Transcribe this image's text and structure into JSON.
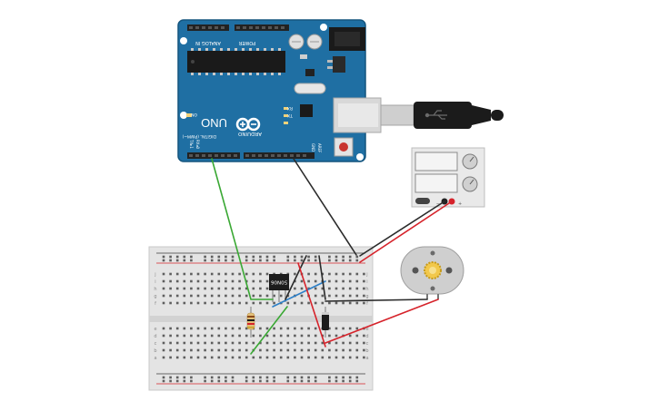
{
  "arduino": {
    "brand": "ARDUINO",
    "model": "UNO",
    "header_analog": "ANALOG IN",
    "header_power": "POWER",
    "header_digital": "DIGITAL (PWM~)",
    "led_on": "ON",
    "led_tx": "TX",
    "led_rx": "RX",
    "led_l": "L",
    "pin_aref": "AREF",
    "pin_gnd": "GND",
    "pin_tx": "TX▸1",
    "pin_rx": "RX◂0"
  },
  "transistor": {
    "label": "50N06"
  },
  "power_supply": {
    "terminal_neg": "−",
    "terminal_pos": "+"
  },
  "breadboard": {
    "columns": 30,
    "row_letters_top": [
      "j",
      "i",
      "h",
      "g",
      "f"
    ],
    "row_letters_bottom": [
      "e",
      "d",
      "c",
      "b",
      "a"
    ]
  },
  "wire_colors": {
    "signal": "#3aa834",
    "ground": "#2b2b2b",
    "power": "#d6232b",
    "gate": "#2d7fc7"
  }
}
